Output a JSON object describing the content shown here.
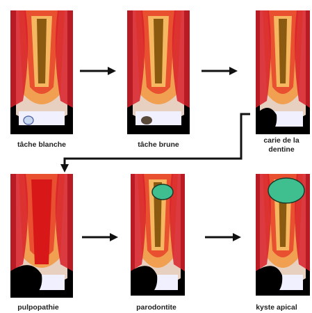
{
  "stages": [
    {
      "id": "tache-blanche",
      "label": "tâche blanche"
    },
    {
      "id": "tache-brune",
      "label": "tâche brune"
    },
    {
      "id": "carie-dentine",
      "label": "carie de la dentine"
    },
    {
      "id": "pulpopathie",
      "label": "pulpopathie"
    },
    {
      "id": "parodontite",
      "label": "parodontite"
    },
    {
      "id": "kyste-apical",
      "label": "kyste apical"
    }
  ],
  "colors": {
    "background": "#000000",
    "gum": "#d8202a",
    "pulp": "#e8c070",
    "pulp_inflamed": "#d81818",
    "lesion_white": "#c8d8f0",
    "lesion_brown": "#5a4a3a",
    "cyst": "#3fbf8f",
    "arrow": "#111111"
  }
}
